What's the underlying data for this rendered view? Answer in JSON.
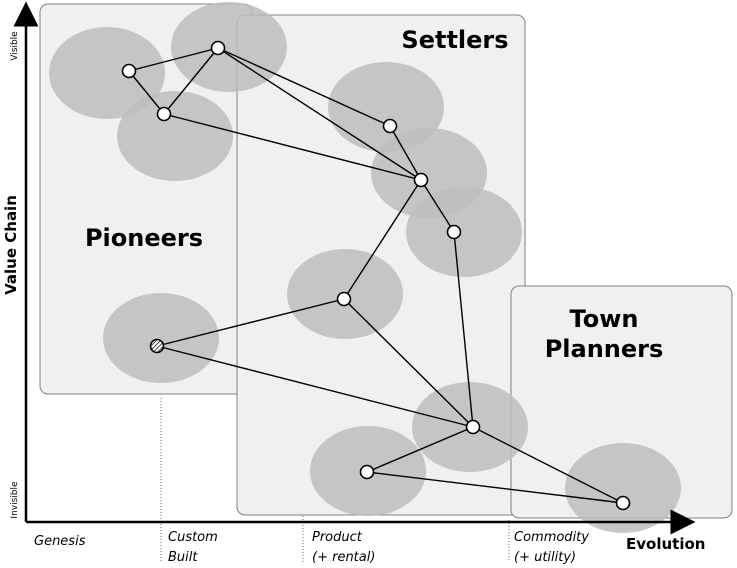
{
  "regions": {
    "pioneers": "Pioneers",
    "settlers": "Settlers",
    "town_planners_line1": "Town",
    "town_planners_line2": "Planners"
  },
  "axes": {
    "y_title": "Value Chain",
    "y_top": "Visible",
    "y_bottom": "Invisible",
    "x_title": "Evolution"
  },
  "stages": {
    "genesis": "Genesis",
    "custom_line1": "Custom",
    "custom_line2": "Built",
    "product_line1": "Product",
    "product_line2": "(+ rental)",
    "commodity_line1": "Commodity",
    "commodity_line2": "(+ utility)"
  }
}
